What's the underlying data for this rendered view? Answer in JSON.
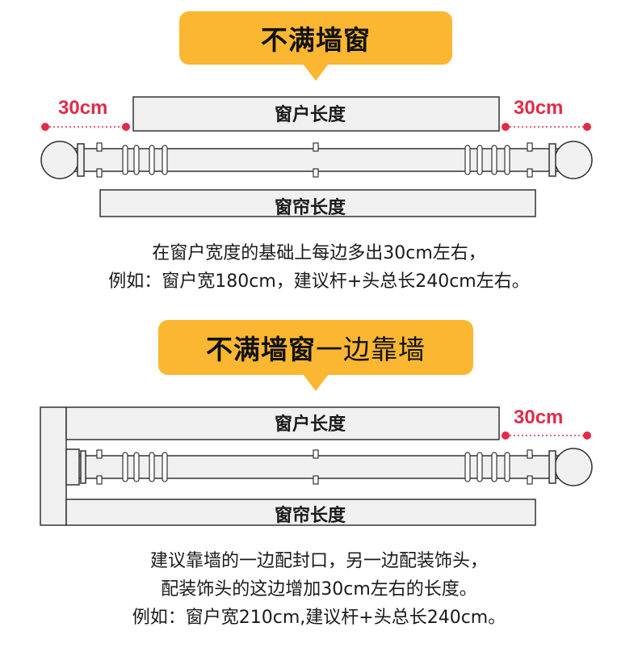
{
  "section1": {
    "title": "不满墙窗",
    "left_margin": "30cm",
    "right_margin": "30cm",
    "window_label": "窗户长度",
    "curtain_label": "窗帘长度",
    "desc_line1": "在窗户宽度的基础上每边多出30cm左右，",
    "desc_line2": "例如：窗户宽180cm，建议杆+头总长240cm左右。"
  },
  "section2": {
    "title_bold": "不满墙窗",
    "title_light": "一边靠墙",
    "right_margin": "30cm",
    "window_label": "窗户长度",
    "curtain_label": "窗帘长度",
    "desc_line1": "建议靠墙的一边配封口，另一边配装饰头，",
    "desc_line2": "配装饰头的这边增加30cm左右的长度。",
    "desc_line3": "例如：窗户宽210cm,建议杆+头总长240cm。"
  },
  "colors": {
    "callout_bg": "#fbb731",
    "accent_red": "#e02c48",
    "stroke": "#333333",
    "fill_gray": "#f0f0f0"
  }
}
